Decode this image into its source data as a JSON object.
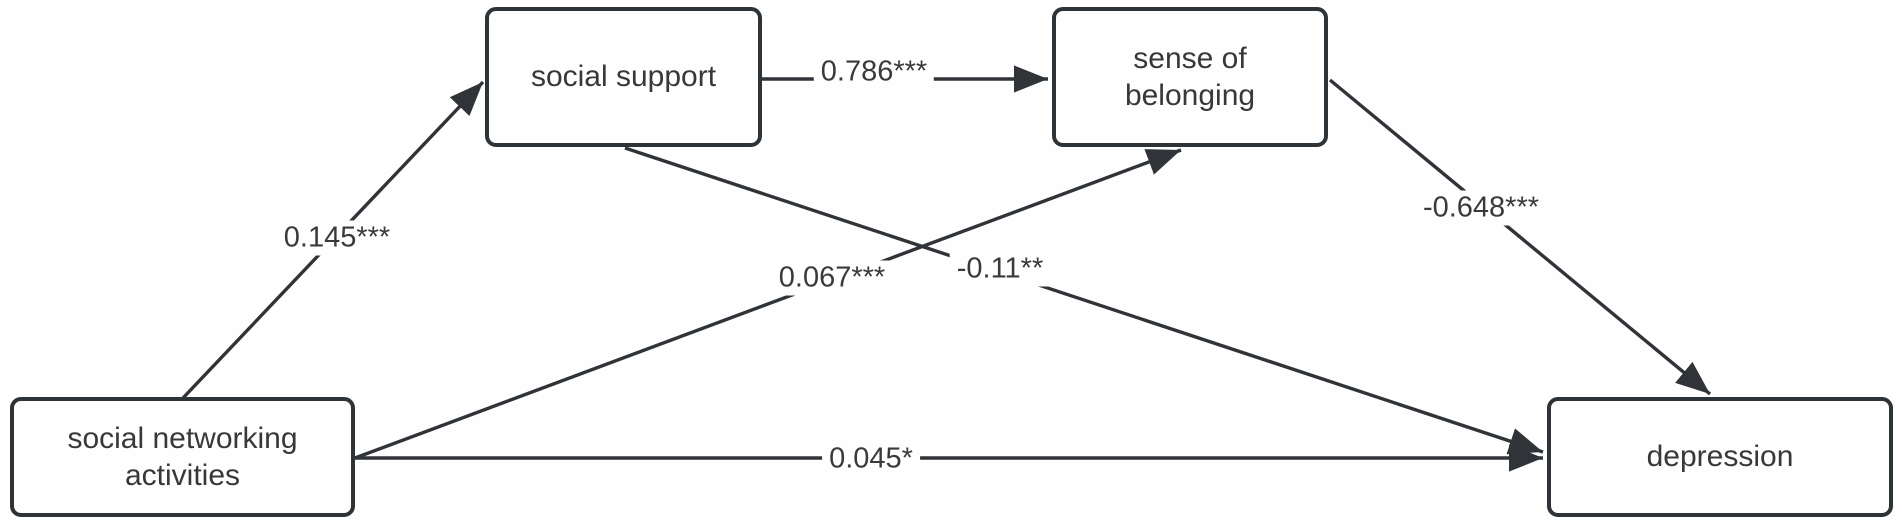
{
  "diagram": {
    "type": "path-model",
    "background_color": "#fefefe",
    "line_color": "#303438",
    "text_color": "#3a3a3a",
    "nodes": {
      "social_support": {
        "label": "social support"
      },
      "sense_of_belonging": {
        "label": "sense of\nbelonging"
      },
      "social_networking_activities": {
        "label": "social networking\nactivities"
      },
      "depression": {
        "label": "depression"
      }
    },
    "edges": {
      "sna_to_support": {
        "from": "social networking activities",
        "to": "social support",
        "label": "0.145***"
      },
      "support_to_belonging": {
        "from": "social support",
        "to": "sense of belonging",
        "label": "0.786***"
      },
      "sna_to_belonging": {
        "from": "social networking activities",
        "to": "sense of belonging",
        "label": "0.067***"
      },
      "support_to_depression": {
        "from": "social support",
        "to": "depression",
        "label": "-0.11**"
      },
      "belonging_to_depression": {
        "from": "sense of belonging",
        "to": "depression",
        "label": "-0.648***"
      },
      "sna_to_depression": {
        "from": "social networking activities",
        "to": "depression",
        "label": "0.045*"
      }
    }
  }
}
